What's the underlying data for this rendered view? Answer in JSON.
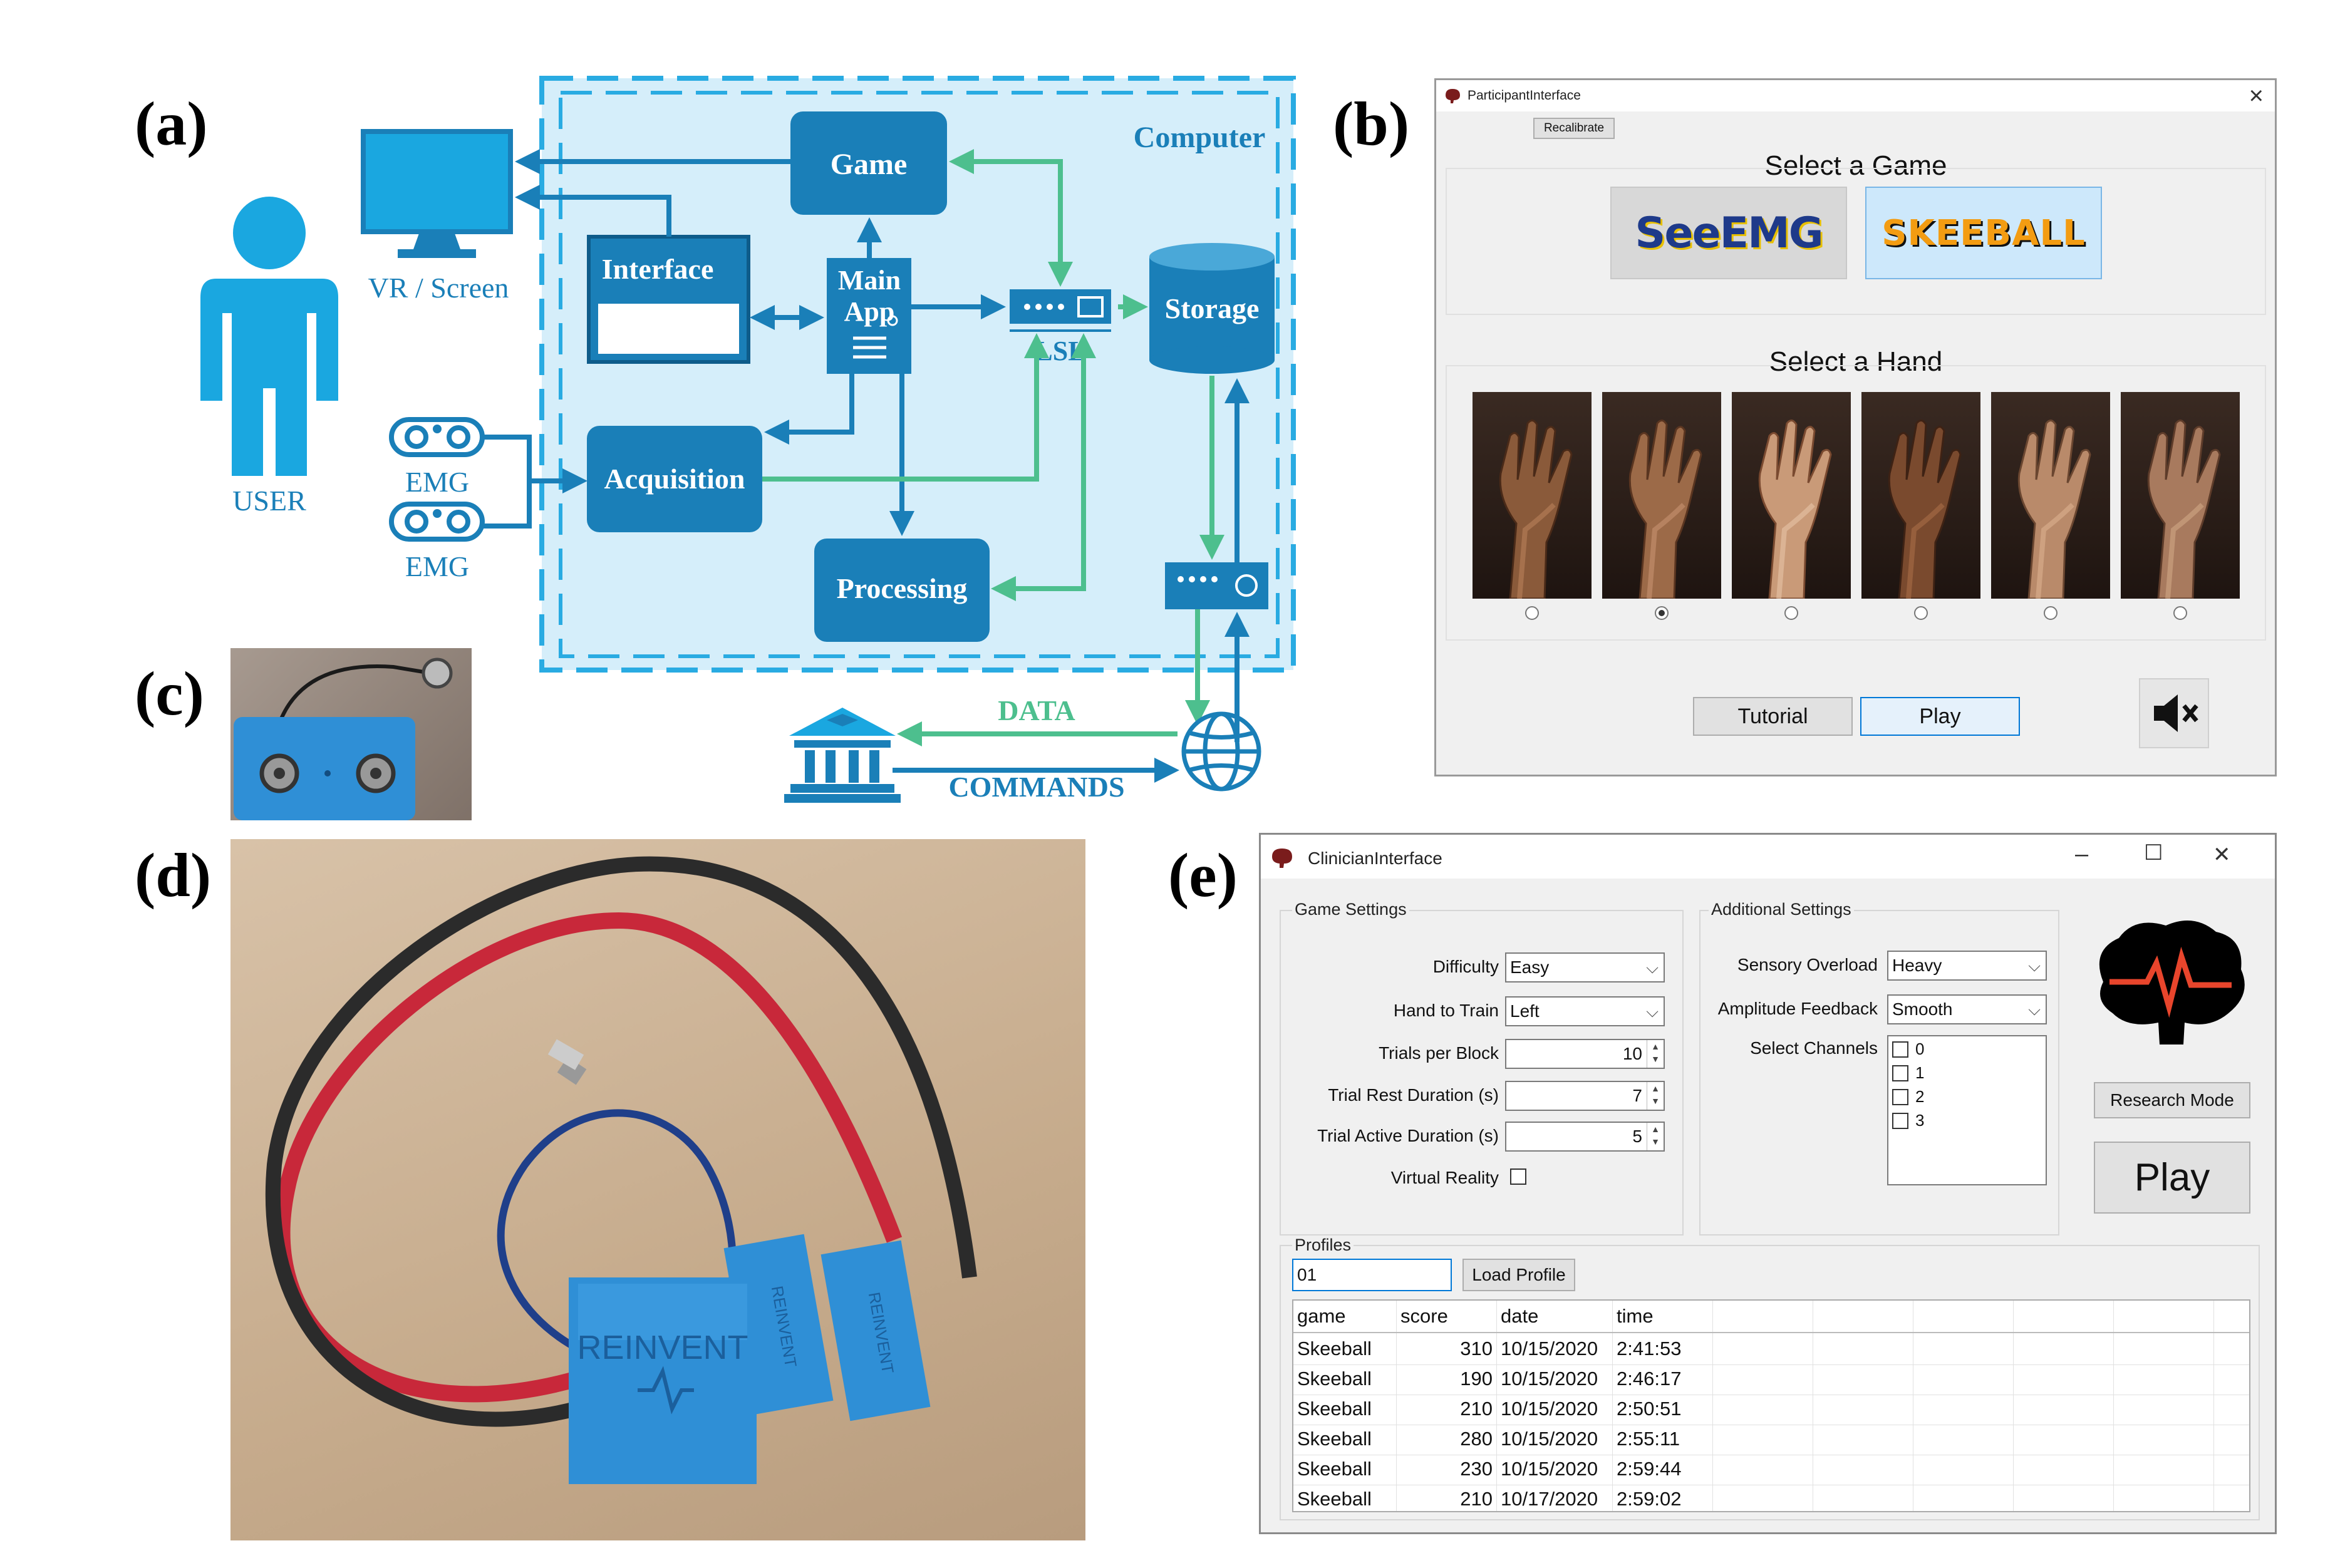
{
  "panels": {
    "a": "(a)",
    "b": "(b)",
    "c": "(c)",
    "d": "(d)",
    "e": "(e)"
  },
  "diagram": {
    "computer": "Computer",
    "vr_screen": "VR / Screen",
    "user": "USER",
    "emg1": "EMG",
    "emg2": "EMG",
    "game": "Game",
    "interface": "Interface",
    "main_app_line1": "Main",
    "main_app_line2": "App",
    "lsl": "LSL",
    "storage": "Storage",
    "acquisition": "Acquisition",
    "processing": "Processing",
    "data": "DATA",
    "commands": "COMMANDS",
    "colors": {
      "blue": "#1a7fb8",
      "green": "#4dbf8e",
      "light_bg": "#d5eefa",
      "dashed": "#29abe2",
      "icon": "#1aa7e0"
    }
  },
  "participant": {
    "title": "ParticipantInterface",
    "close": "×",
    "recalibrate": "Recalibrate",
    "select_game": "Select a Game",
    "game1": "SeeEMG",
    "game2": "SKEEBALL",
    "select_hand": "Select a Hand",
    "selected_hand_index": 1,
    "tutorial": "Tutorial",
    "play": "Play"
  },
  "clinician": {
    "title": "ClinicianInterface",
    "minimize": "–",
    "maximize": "☐",
    "close": "✕",
    "game_settings": "Game Settings",
    "difficulty_label": "Difficulty",
    "difficulty_value": "Easy",
    "hand_label": "Hand to Train",
    "hand_value": "Left",
    "trials_label": "Trials per Block",
    "trials_value": "10",
    "rest_label": "Trial Rest Duration (s)",
    "rest_value": "7",
    "active_label": "Trial Active Duration (s)",
    "active_value": "5",
    "vr_label": "Virtual Reality",
    "additional_settings": "Additional Settings",
    "sensory_label": "Sensory Overload",
    "sensory_value": "Heavy",
    "amp_label": "Amplitude Feedback",
    "amp_value": "Smooth",
    "channels_label": "Select Channels",
    "channels": [
      "0",
      "1",
      "2",
      "3"
    ],
    "research_mode": "Research Mode",
    "play": "Play",
    "profiles": "Profiles",
    "profile_value": "01",
    "load_profile": "Load Profile",
    "table": {
      "columns": [
        "game",
        "score",
        "date",
        "time"
      ],
      "rows": [
        [
          "Skeeball",
          "310",
          "10/15/2020",
          "2:41:53"
        ],
        [
          "Skeeball",
          "190",
          "10/15/2020",
          "2:46:17"
        ],
        [
          "Skeeball",
          "210",
          "10/15/2020",
          "2:50:51"
        ],
        [
          "Skeeball",
          "280",
          "10/15/2020",
          "2:55:11"
        ],
        [
          "Skeeball",
          "230",
          "10/15/2020",
          "2:59:44"
        ],
        [
          "Skeeball",
          "210",
          "10/17/2020",
          "2:59:02"
        ]
      ]
    }
  },
  "device_label": "REINVENT"
}
